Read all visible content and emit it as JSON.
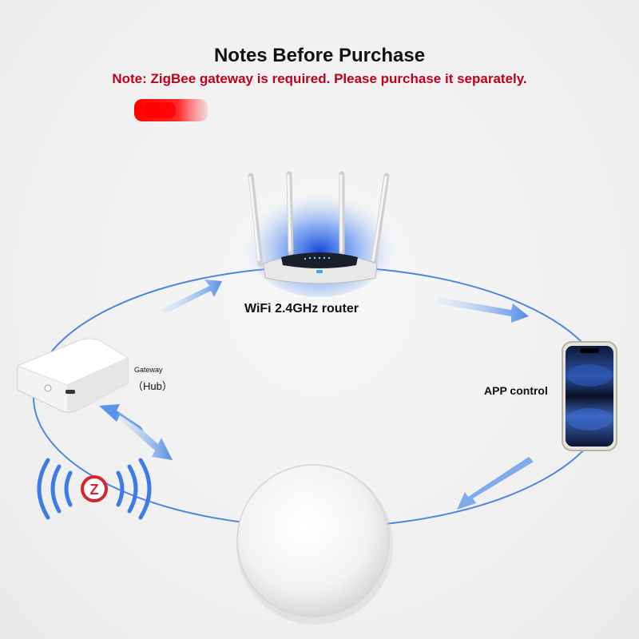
{
  "header": {
    "title": "Notes Before Purchase",
    "note": "Note: ZigBee gateway is required. Please purchase it separately."
  },
  "nodes": {
    "router": {
      "label": "WiFi 2.4GHz router"
    },
    "phone": {
      "label": "APP control"
    },
    "gateway": {
      "label": "Gateway",
      "sublabel": "（Hub）"
    },
    "zigbee": {
      "logo_letter": "Z"
    }
  },
  "colors": {
    "loop_line": "#4a86e0",
    "arrow": "#6aa0ea",
    "note_text": "#c0001a",
    "signal_blue": "#3d7be8",
    "zigbee_red": "#d8232a"
  },
  "icons": [
    "wifi-router-icon",
    "smartphone-icon",
    "zigbee-gateway-icon",
    "zigbee-logo-icon",
    "round-sensor-icon"
  ]
}
